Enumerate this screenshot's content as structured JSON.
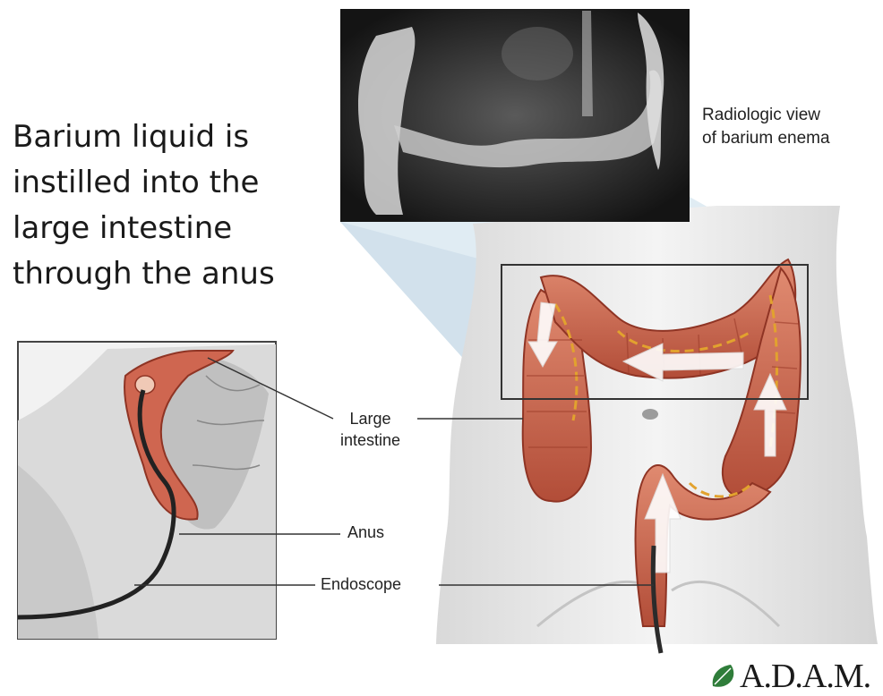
{
  "headline": {
    "lines": [
      "Barium liquid is",
      "instilled into the",
      "large intestine",
      "through the anus"
    ]
  },
  "xray_label": {
    "lines": [
      "Radiologic view",
      "of barium enema"
    ]
  },
  "labels": {
    "large_intestine": [
      "Large",
      "intestine"
    ],
    "anus": "Anus",
    "endoscope": "Endoscope"
  },
  "logo": {
    "text": "A.D.A.M.",
    "icon": "leaf-icon"
  },
  "colors": {
    "intestine": "#c9634e",
    "intestine_dark": "#9a3a2a",
    "vessel": "#e2a22e",
    "skin": "#ebebeb",
    "xray_bg": "#1b1b1b",
    "light_beam": "#d6e6ef"
  }
}
